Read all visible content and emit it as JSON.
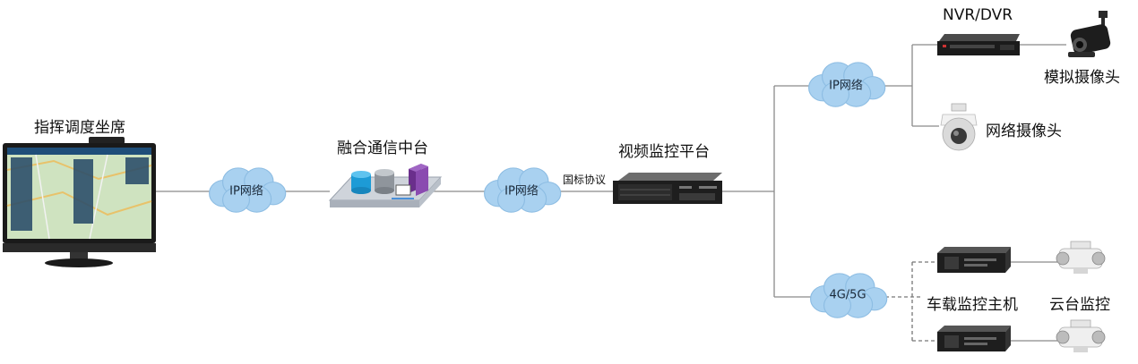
{
  "labels": {
    "dispatch_seat": "指挥调度坐席",
    "fusion_center": "融合通信中台",
    "video_platform": "视频监控平台",
    "gb_protocol": "国标协议",
    "nvr_dvr": "NVR/DVR",
    "analog_camera": "模拟摄像头",
    "network_camera": "网络摄像头",
    "vehicle_host": "车载监控主机",
    "ptz_monitor": "云台监控"
  },
  "clouds": {
    "ip_network_1": "IP网络",
    "ip_network_2": "IP网络",
    "ip_network_3": "IP网络",
    "cellular": "4G/5G"
  },
  "colors": {
    "cloud_fill": "#a9d1f0",
    "cloud_stroke": "#8dbde3",
    "line": "#8a8a8a",
    "dashed_line": "#777777",
    "server_dark": "#1e1e1e",
    "cube_purple": "#7b3f9e",
    "cylinder_blue": "#1d9bd6"
  },
  "icons": [
    "monitor-icon",
    "fusion-platform-icon",
    "rack-server-icon",
    "nvr-icon",
    "analog-camera-icon",
    "dome-camera-icon",
    "vehicle-host-icon",
    "ptz-camera-icon"
  ]
}
